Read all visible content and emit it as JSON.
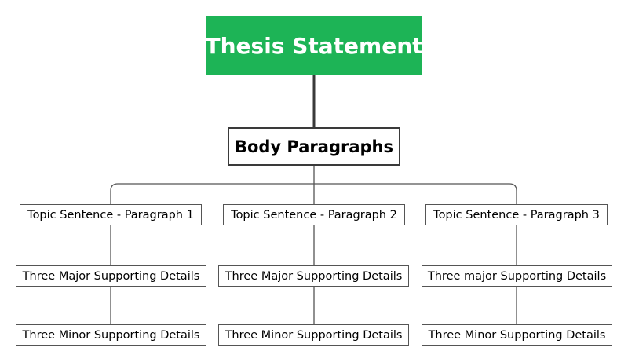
{
  "colors": {
    "root_fill": "#1db456",
    "root_text": "#ffffff",
    "line": "#3a3a3a",
    "border": "#555555"
  },
  "root": {
    "label": "Thesis Statement"
  },
  "body": {
    "label": "Body Paragraphs"
  },
  "columns": [
    {
      "topic": "Topic Sentence - Paragraph 1",
      "major": "Three Major Supporting Details",
      "minor": "Three Minor Supporting Details"
    },
    {
      "topic": "Topic Sentence - Paragraph 2",
      "major": "Three Major Supporting Details",
      "minor": "Three Minor Supporting Details"
    },
    {
      "topic": "Topic Sentence - Paragraph 3",
      "major": "Three major Supporting Details",
      "minor": "Three Minor Supporting Details"
    }
  ]
}
